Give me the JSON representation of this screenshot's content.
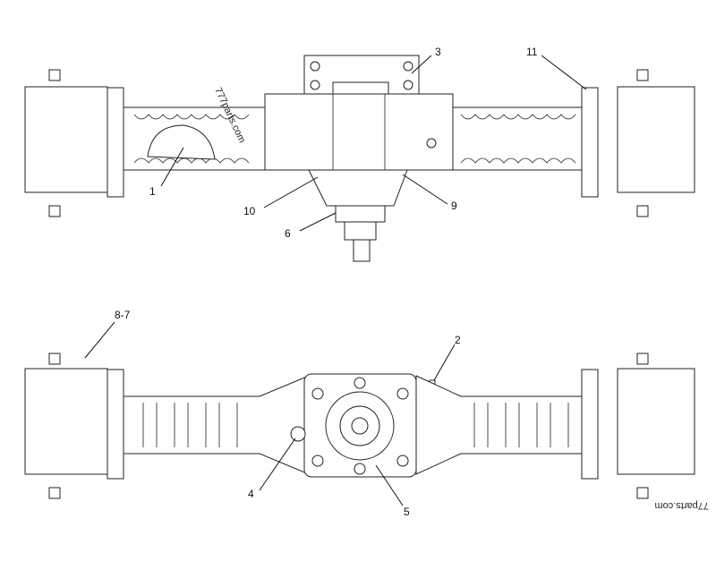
{
  "callouts": {
    "top": [
      "3",
      "11",
      "1",
      "10",
      "6",
      "9"
    ],
    "bottom": [
      "8-7",
      "2",
      "4",
      "5"
    ]
  },
  "watermarks": [
    "777parts.com",
    "77parts.com"
  ]
}
